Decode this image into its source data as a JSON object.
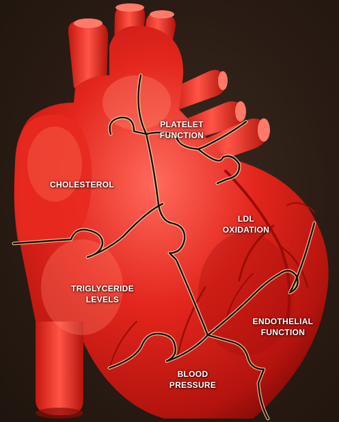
{
  "diagram": {
    "colors": {
      "background": "#2a1c14",
      "heart_light": "#ff5a4e",
      "heart_base": "#e0241c",
      "heart_dark": "#8e0b08",
      "seam": "#1a0c08",
      "seam_highlight": "#f5d7a0"
    },
    "pieces": {
      "platelet_function": {
        "line1": "PLATELET",
        "line2": "FUNCTION"
      },
      "cholesterol": {
        "line1": "CHOLESTEROL"
      },
      "ldl_oxidation": {
        "line1": "LDL",
        "line2": "OXIDATION"
      },
      "triglyceride_levels": {
        "line1": "TRIGLYCERIDE",
        "line2": "LEVELS"
      },
      "endothelial_function": {
        "line1": "ENDOTHELIAL",
        "line2": "FUNCTION"
      },
      "blood_pressure": {
        "line1": "BLOOD",
        "line2": "PRESSURE"
      }
    }
  }
}
